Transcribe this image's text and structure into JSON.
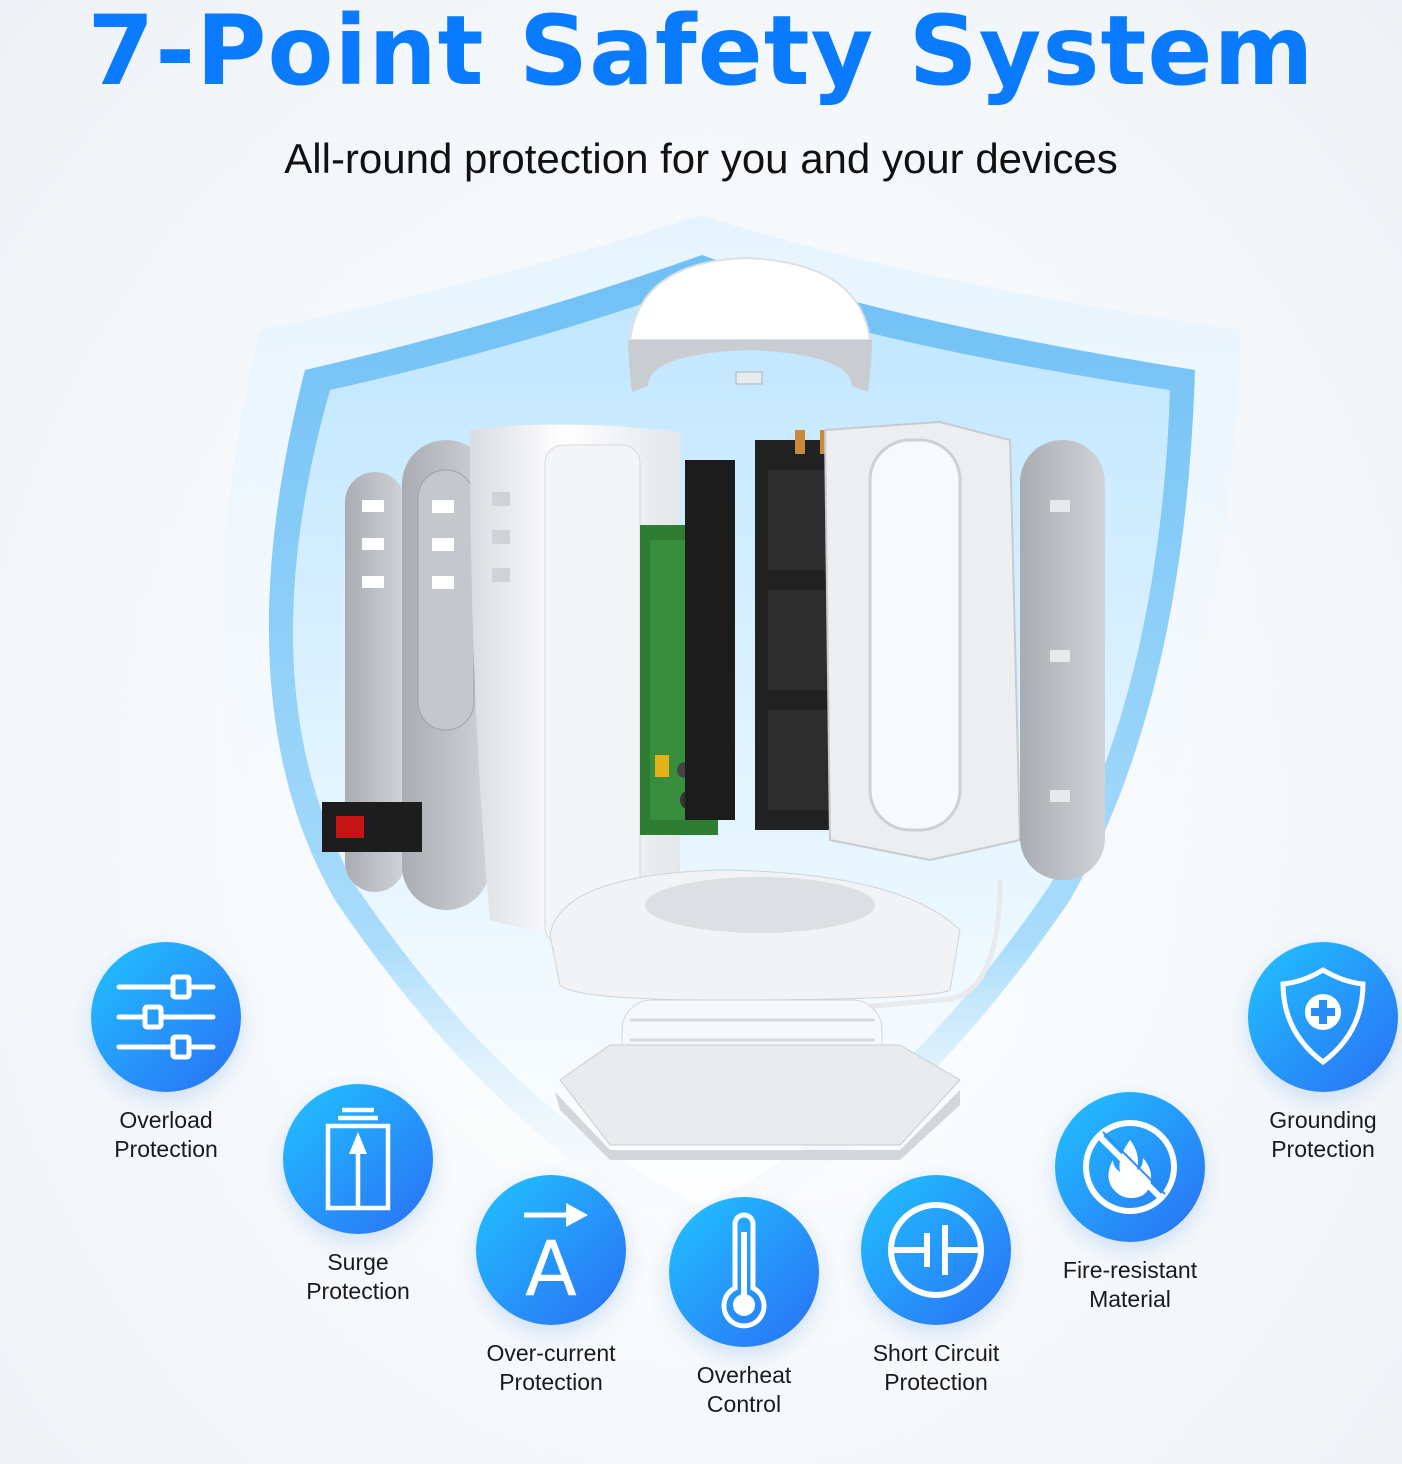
{
  "heading": {
    "title": "7-Point Safety System",
    "subtitle": "All-round protection for you and your devices"
  },
  "colors": {
    "title_blue": "#0a7bff",
    "circle_gradient_start": "#1ec3ff",
    "circle_gradient_end": "#2a6cf5",
    "shield_outer": "#dcefff",
    "shield_inner": "#7dc8f6"
  },
  "features": [
    {
      "icon": "sliders-icon",
      "line1": "Overload",
      "line2": "Protection"
    },
    {
      "icon": "surge-arrow-icon",
      "line1": "Surge",
      "line2": "Protection"
    },
    {
      "icon": "current-arrow-a-icon",
      "line1": "Over-current",
      "line2": "Protection"
    },
    {
      "icon": "thermometer-icon",
      "line1": "Overheat",
      "line2": "Control"
    },
    {
      "icon": "circuit-break-icon",
      "line1": "Short Circuit",
      "line2": "Protection"
    },
    {
      "icon": "no-fire-icon",
      "line1": "Fire-resistant",
      "line2": "Material"
    },
    {
      "icon": "shield-plus-icon",
      "line1": "Grounding",
      "line2": "Protection"
    }
  ]
}
